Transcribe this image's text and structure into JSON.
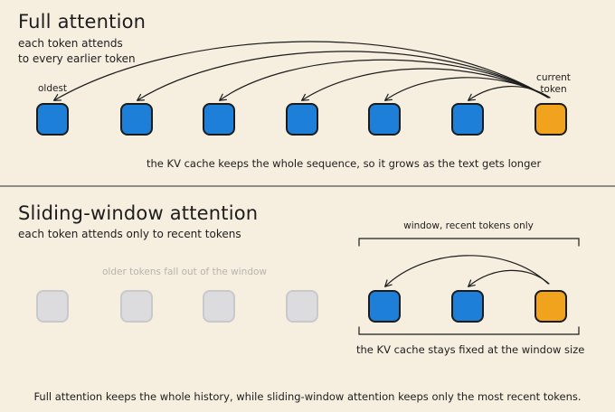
{
  "full": {
    "title": "Full attention",
    "subtitle_line1": "each token attends",
    "subtitle_line2": "to every earlier token",
    "label_oldest": "oldest",
    "label_current_line1": "current",
    "label_current_line2": "token",
    "caption": "the KV cache keeps the whole sequence, so it grows as the text gets longer"
  },
  "sliding": {
    "title": "Sliding-window attention",
    "subtitle": "each token attends only to recent tokens",
    "label_window": "window, recent tokens only",
    "label_older": "older tokens fall out of the window",
    "caption": "the KV cache stays fixed at the window size"
  },
  "footer": "Full attention keeps the whole history, while sliding-window attention keeps only the most recent tokens.",
  "colors": {
    "token_blue": "#1e7fd8",
    "token_current": "#f2a31d",
    "token_dropped": "#dcdcde",
    "background": "#f6eedf"
  }
}
